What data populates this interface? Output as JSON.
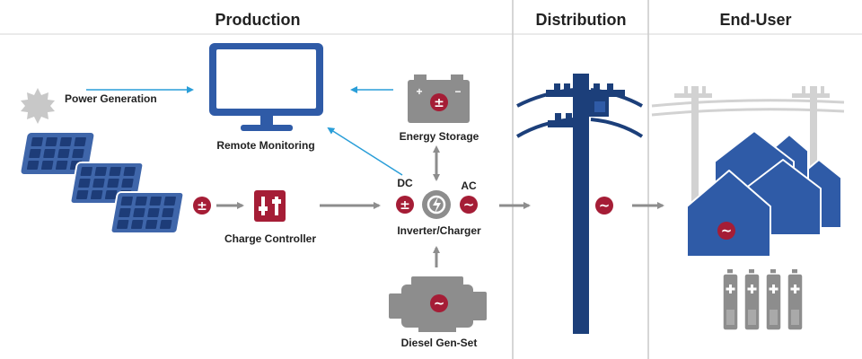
{
  "sections": {
    "production": "Production",
    "distribution": "Distribution",
    "end_user": "End-User"
  },
  "labels": {
    "power_generation": "Power Generation",
    "remote_monitoring": "Remote Monitoring",
    "energy_storage": "Energy Storage",
    "charge_controller": "Charge Controller",
    "inverter_charger": "Inverter/Charger",
    "diesel_genset": "Diesel Gen-Set",
    "dc": "DC",
    "ac": "AC"
  },
  "symbols": {
    "dc": "±",
    "ac": "~",
    "plus": "+",
    "minus": "−"
  },
  "colors": {
    "navy": "#1c3f7a",
    "blue": "#2f5ba7",
    "panel_blue": "#3f66aa",
    "cell_blue": "#1d3c78",
    "red": "#a51d36",
    "gray": "#8d8d8d",
    "light_gray": "#cfcfcf",
    "line_blue": "#2a9ed8",
    "divider": "#c9c9c9"
  },
  "icons": [
    "sun-icon",
    "solar-panel-icon",
    "monitor-icon",
    "battery-icon",
    "charge-controller-icon",
    "inverter-icon",
    "engine-icon",
    "utility-pole-icon",
    "houses-icon",
    "battery-pack-icon"
  ]
}
